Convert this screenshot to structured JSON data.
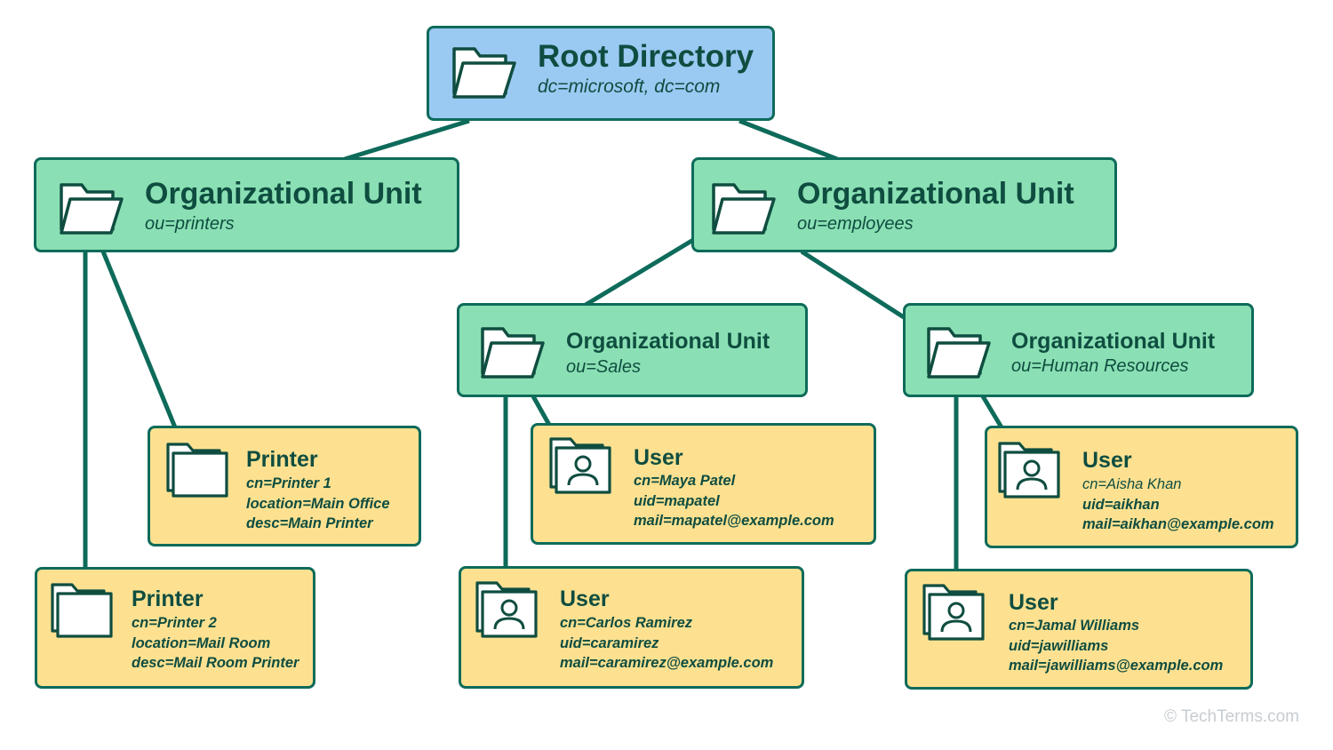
{
  "root": {
    "title": "Root Directory",
    "dn": "dc=microsoft, dc=com",
    "icon": "folder-icon"
  },
  "ou_printers": {
    "title": "Organizational Unit",
    "dn": "ou=printers",
    "icon": "folder-icon"
  },
  "ou_employees": {
    "title": "Organizational Unit",
    "dn": "ou=employees",
    "icon": "folder-icon"
  },
  "ou_sales": {
    "title": "Organizational Unit",
    "dn": "ou=Sales",
    "icon": "folder-icon"
  },
  "ou_hr": {
    "title": "Organizational Unit",
    "dn": "ou=Human Resources",
    "icon": "folder-icon"
  },
  "printer1": {
    "title": "Printer",
    "icon": "folder-icon",
    "attrs": [
      "cn=Printer 1",
      "location=Main Office",
      "desc=Main Printer"
    ]
  },
  "printer2": {
    "title": "Printer",
    "icon": "folder-icon",
    "attrs": [
      "cn=Printer 2",
      "location=Mail Room",
      "desc=Mail Room Printer"
    ]
  },
  "user_maya": {
    "title": "User",
    "icon": "user-icon",
    "attrs": [
      "cn=Maya Patel",
      "uid=mapatel",
      "mail=mapatel@example.com"
    ]
  },
  "user_carlos": {
    "title": "User",
    "icon": "user-icon",
    "attrs": [
      "cn=Carlos Ramirez",
      "uid=caramirez",
      "mail=caramirez@example.com"
    ]
  },
  "user_aisha": {
    "title": "User",
    "icon": "user-icon",
    "attrs": [
      "cn=Aisha Khan",
      "uid=aikhan",
      "mail=aikhan@example.com"
    ]
  },
  "user_jamal": {
    "title": "User",
    "icon": "user-icon",
    "attrs": [
      "cn=Jamal Williams",
      "uid=jawilliams",
      "mail=jawilliams@example.com"
    ]
  },
  "footer": "© TechTerms.com",
  "colors": {
    "root_fill": "#9ac9f2",
    "ou_fill": "#8ae0b4",
    "leaf_fill": "#fde191",
    "stroke": "#0e6b5a",
    "text": "#0f4d40"
  }
}
